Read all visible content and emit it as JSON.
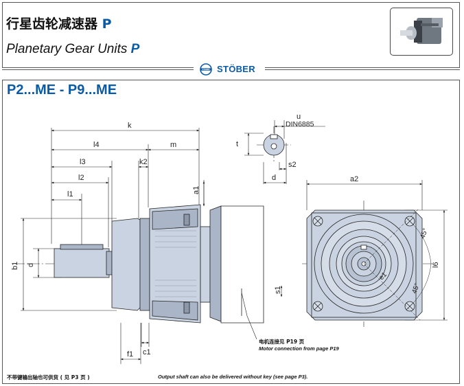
{
  "header": {
    "title_cn": "行星齿轮减速器",
    "title_cn_suffix": "P",
    "title_en": "Planetary Gear Units",
    "title_en_suffix": "P",
    "brand": "STÖBER",
    "brand_logo_text": "STOBER"
  },
  "section": {
    "title": "P2...ME - P9...ME"
  },
  "dimensions": {
    "u": "u",
    "din": "DIN6885",
    "t": "t",
    "k": "k",
    "l4": "l4",
    "m": "m",
    "l3": "l3",
    "k2": "k2",
    "s2": "s2",
    "l2": "l2",
    "d_top": "d",
    "a1": "a1",
    "a2": "a2",
    "l1": "l1",
    "b1": "b1",
    "d": "d",
    "l6": "l6",
    "s1": "s1",
    "e1": "e1",
    "c1": "c1",
    "f1": "f1",
    "angle45_a": "45°",
    "angle45_b": "45°"
  },
  "notes": {
    "motor_cn": "电机连接见 P19 页",
    "motor_en": "Motor connection from page P19",
    "footer_cn": "不带键输出轴也可供货 ( 见 P3 页 )",
    "footer_en": "Output shaft can also be delivered without key (see page P3)."
  },
  "colors": {
    "accent": "#0a5aa6",
    "part_fill": "#c9d3e1",
    "part_dark": "#aab6c8",
    "line": "#222222",
    "frame": "#555555"
  }
}
